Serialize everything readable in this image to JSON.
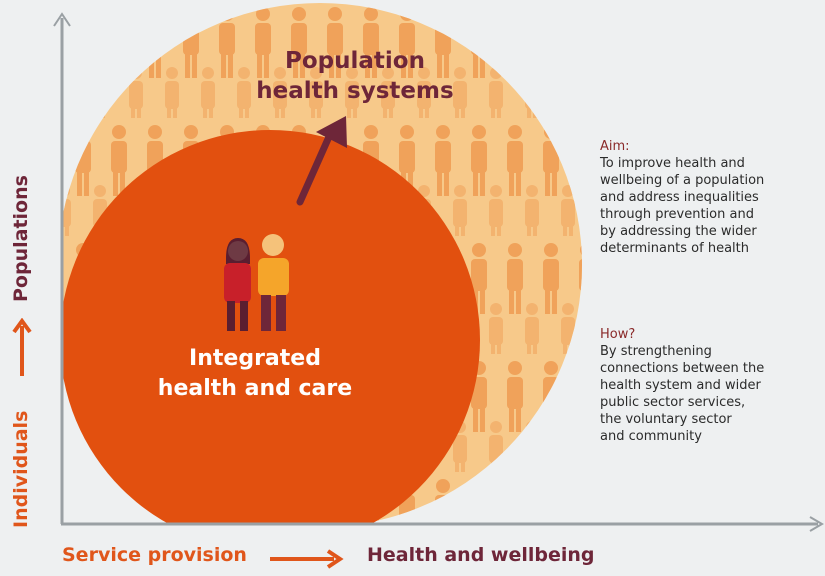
{
  "diagram": {
    "outer_title_line1": "Population",
    "outer_title_line2": "health systems",
    "inner_title_line1": "Integrated",
    "inner_title_line2": "health and care",
    "aim": {
      "heading": "Aim:",
      "lines": [
        "To improve health and",
        "wellbeing of a population",
        "and address inequalities",
        "through prevention and",
        "by addressing the wider",
        "determinants of health"
      ]
    },
    "how": {
      "heading": "How?",
      "lines": [
        "By strengthening",
        "connections between the",
        "health system and wider",
        "public sector services,",
        "the voluntary sector",
        "and community"
      ]
    },
    "x_axis": {
      "left_label": "Service provision",
      "right_label": "Health and wellbeing"
    },
    "y_axis": {
      "bottom_label": "Individuals",
      "top_label": "Populations"
    },
    "colors": {
      "outer_circle": "#f7c98a",
      "outer_figures": "#f0a25a",
      "inner_circle": "#e2500f",
      "accent_orange": "#e0561b",
      "accent_maroon": "#6e2639",
      "axis": "#9aa0a4"
    },
    "icons": [
      "person-woman-icon",
      "person-man-icon",
      "growth-arrow-icon"
    ]
  }
}
